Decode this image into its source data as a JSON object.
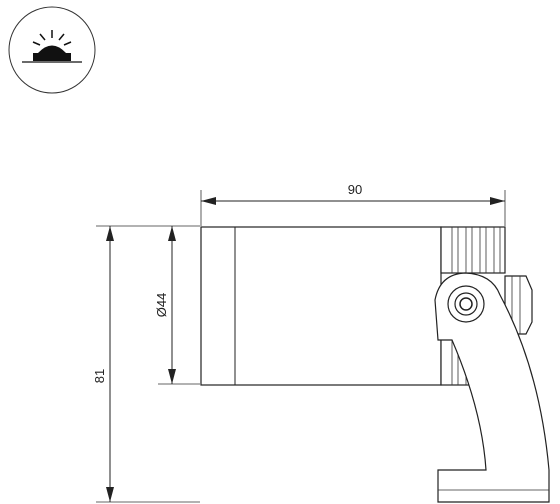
{
  "icon": {
    "name": "lamp-beam-icon"
  },
  "dimensions": {
    "width": "90",
    "diameter": "Ø44",
    "height": "81"
  }
}
